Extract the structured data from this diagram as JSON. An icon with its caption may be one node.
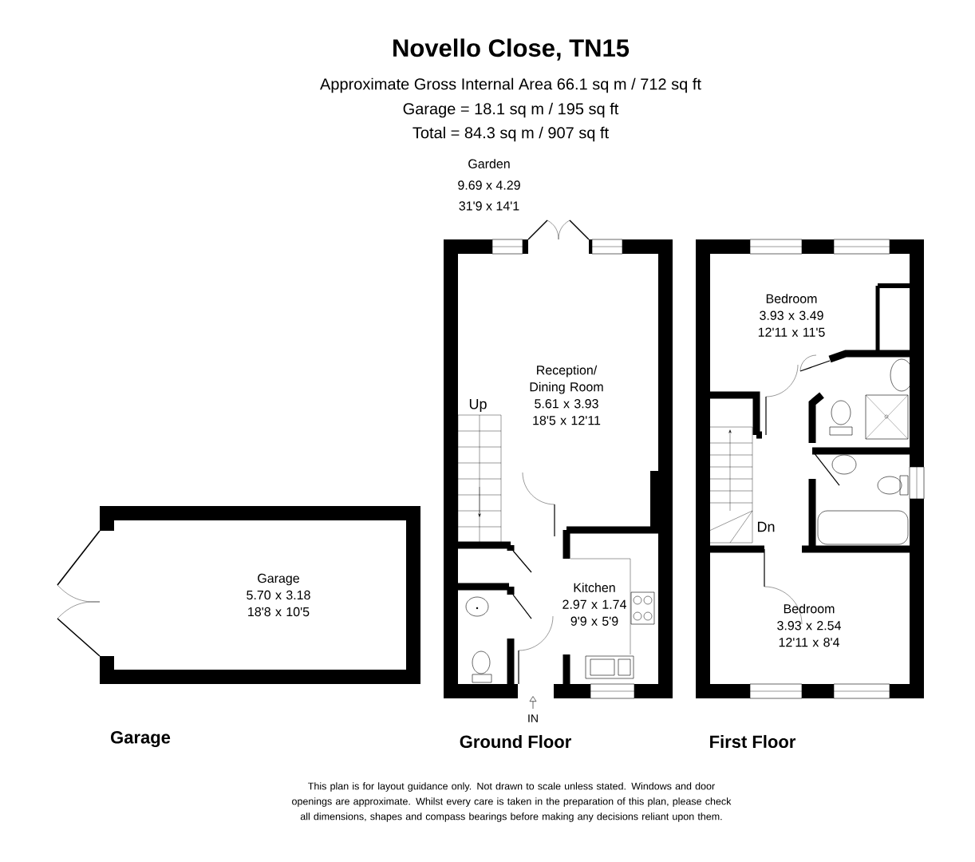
{
  "diagram": {
    "title": "Novello Close, TN15",
    "nodes": [
      {
        "text": [
          "Garage"
        ]
      },
      {
        "text": [
          "Garage",
          "5.70 x 3.18",
          "18'8 x 10'5"
        ],
        "in": 0
      },
      {
        "text": [
          "Ground Floor"
        ]
      },
      {
        "text": [
          "Reception/ Dining Room",
          "5.61 x 3.93",
          "18'5 x 12'11"
        ],
        "in": 2
      },
      {
        "text": [
          "Kitchen",
          "2.97 x 1.74",
          "9'9 x 5'9"
        ],
        "in": 2
      },
      {
        "text": [
          "First Floor"
        ]
      },
      {
        "text": [
          "Bedroom",
          "3.93 x 3.49",
          "12'11 x 11'5"
        ],
        "in": 5
      },
      {
        "text": [
          "Bedroom",
          "3.93 x 2.54",
          "12'11 x 8'4"
        ],
        "in": 5
      }
    ],
    "labels": [
      "Approximate Gross Internal Area 66.1 sq m / 712 sq ft",
      "Garage = 18.1 sq m / 195 sq ft",
      "Total = 84.3 sq m / 907 sq ft",
      "Garden",
      "9.69 x 4.29",
      "31'9 x 14'1",
      "Up",
      "Dn",
      "IN",
      "This plan is for layout guidance only. Not drawn to scale unless stated. Windows and door openings are approximate. Whilst every care is taken in the preparation of this plan, please check all dimensions, shapes and compass bearings before making any decisions reliant upon them."
    ]
  }
}
